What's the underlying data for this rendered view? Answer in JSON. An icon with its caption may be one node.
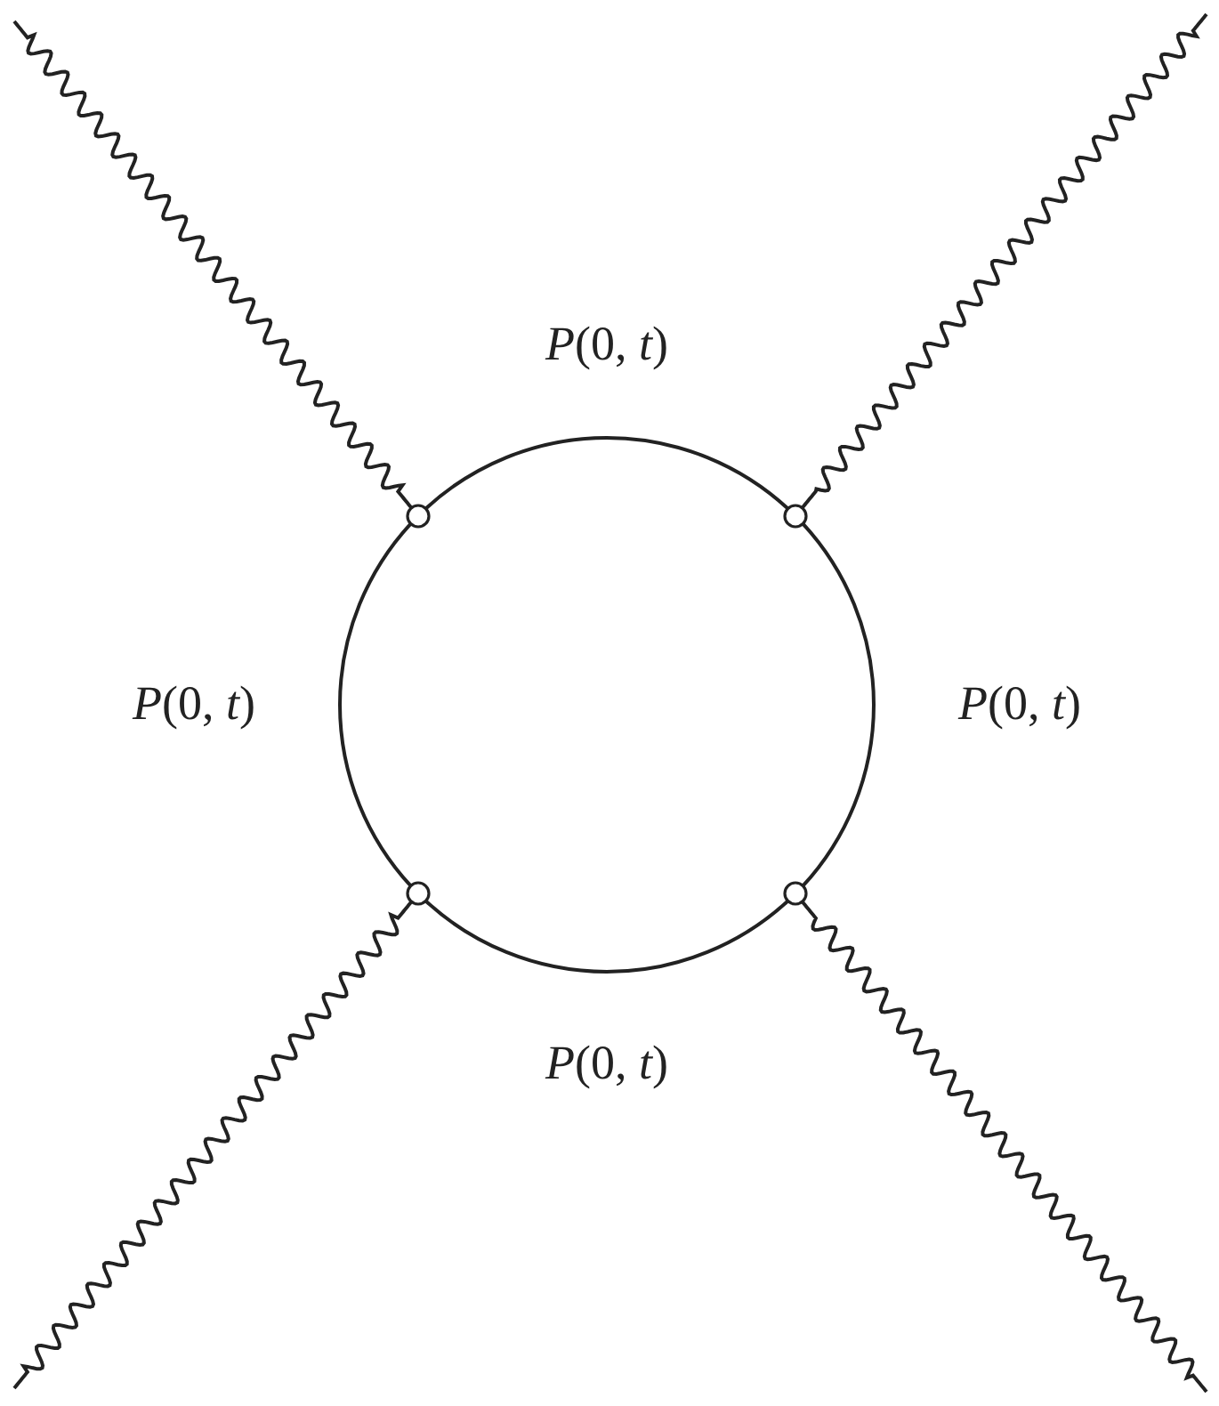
{
  "diagram": {
    "nodes": [
      {
        "text": [],
        "shape": "circle"
      },
      {
        "text": [],
        "shape": "circle"
      },
      {
        "text": [],
        "shape": "circle"
      },
      {
        "text": [],
        "shape": "circle"
      }
    ],
    "edges": [
      {
        "from": 0,
        "to": 1,
        "arrow": "none",
        "label": "*P*(0, *t*)"
      },
      {
        "from": 0,
        "to": 2,
        "arrow": "none",
        "label": "*P*(0, *t*)"
      },
      {
        "from": 1,
        "to": 3,
        "arrow": "none",
        "label": "*P*(0, *t*)"
      },
      {
        "from": 2,
        "to": 3,
        "arrow": "none",
        "label": "*P*(0, *t*)"
      },
      {
        "from": null,
        "to": 0,
        "arrow": "none"
      },
      {
        "from": null,
        "to": 1,
        "arrow": "none"
      },
      {
        "from": null,
        "to": 2,
        "arrow": "none"
      },
      {
        "from": null,
        "to": 3,
        "arrow": "none"
      }
    ]
  }
}
